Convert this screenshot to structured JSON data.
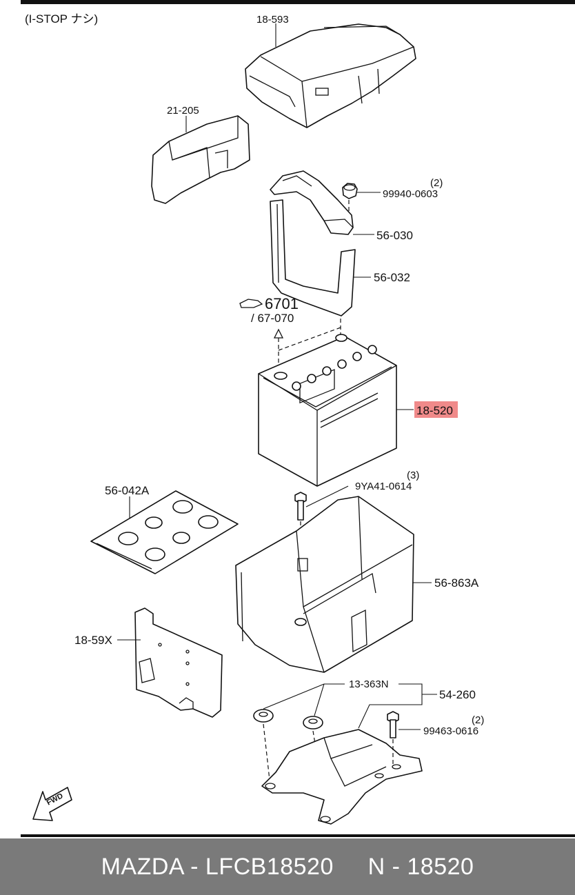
{
  "header_note": "(I-STOP ナシ)",
  "parts": {
    "p18593": "18-593",
    "p21205": "21-205",
    "p99940_qty": "(2)",
    "p99940": "99940-0603",
    "p56030": "56-030",
    "p56032": "56-032",
    "ref_6701": "6701",
    "ref_67070": "/ 67-070",
    "p18520": "18-520",
    "p9ya41_qty": "(3)",
    "p9ya41": "9YA41-0614",
    "p56042a": "56-042A",
    "p56863a": "56-863A",
    "p1859x": "18-59X",
    "p13363n": "13-363N",
    "p54260": "54-260",
    "p99463_qty": "(2)",
    "p99463": "99463-0616",
    "fwd": "FWD"
  },
  "highlight_color": "#f08a8a",
  "footer": {
    "text": "MAZDA - LFCB18520     N - 18520"
  }
}
